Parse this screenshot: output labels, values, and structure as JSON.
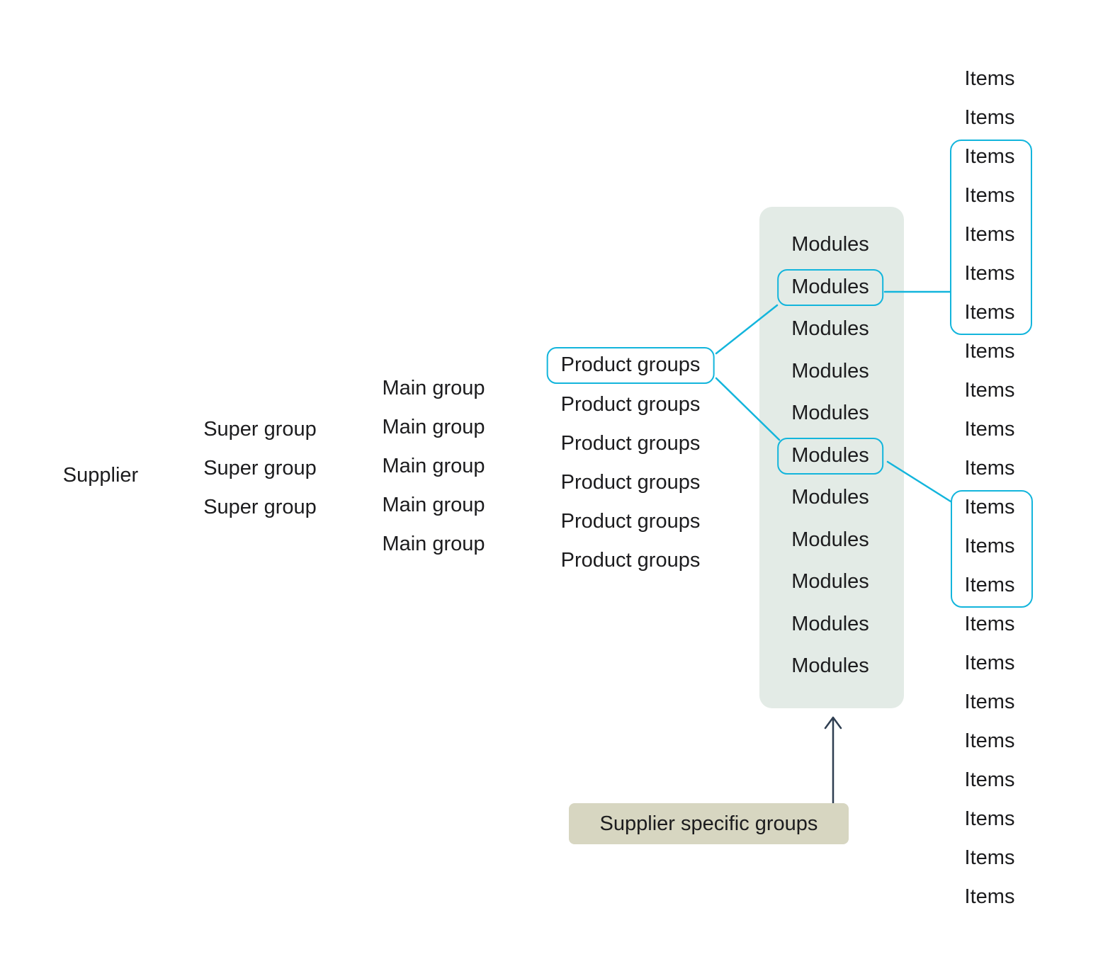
{
  "diagram": {
    "supplier": {
      "label": "Supplier",
      "count": 1
    },
    "super_groups": {
      "label": "Super group",
      "count": 3
    },
    "main_groups": {
      "label": "Main group",
      "count": 5
    },
    "product_groups": {
      "label": "Product groups",
      "count": 6,
      "highlighted_indices": [
        0
      ]
    },
    "modules": {
      "label": "Modules",
      "count": 11,
      "highlighted_indices": [
        1,
        5
      ]
    },
    "items": {
      "label": "Items",
      "count": 22,
      "boxed_groups": [
        {
          "start": 2,
          "end": 6
        },
        {
          "start": 11,
          "end": 13
        }
      ]
    },
    "annotation": {
      "label": "Supplier specific groups"
    },
    "connections": [
      "product-group-1 to module-2",
      "product-group-1 to module-6",
      "module-2 to items-group-1",
      "module-6 to items-group-2",
      "annotation to modules-panel"
    ],
    "colors": {
      "accent": "#13b5dc",
      "panel": "#e3ebe6",
      "annotation_bg": "#d7d6c1",
      "arrow": "#2f3e51",
      "text": "#1c1c1e",
      "background": "#ffffff"
    }
  }
}
